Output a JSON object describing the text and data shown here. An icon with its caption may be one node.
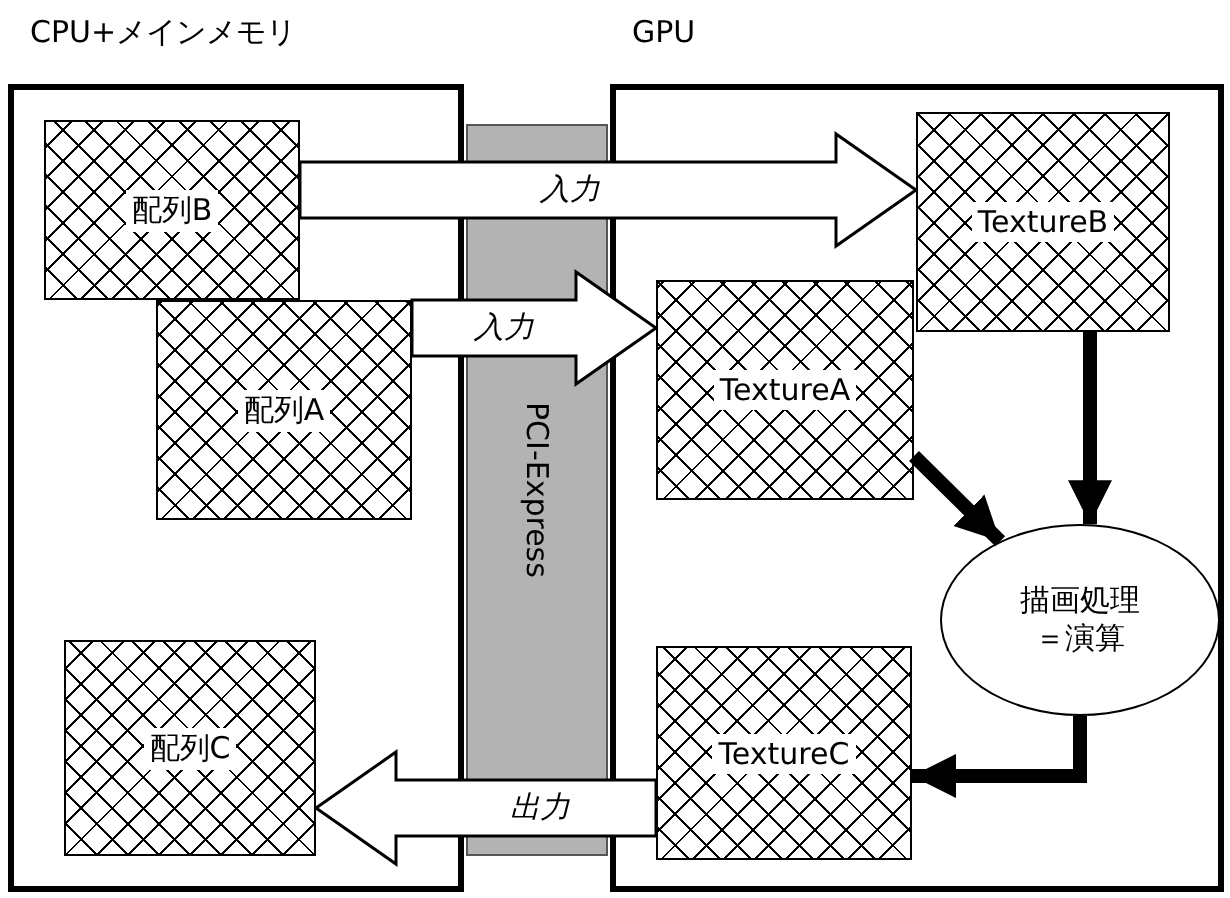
{
  "diagram": {
    "nodes": [
      {
        "text": [
          "CPU+メインメモリ"
        ]
      },
      {
        "text": [
          "GPU"
        ]
      },
      {
        "text": [
          "PCI-Express"
        ]
      },
      {
        "text": [
          "配列B"
        ],
        "in": 0
      },
      {
        "text": [
          "配列A"
        ],
        "in": 0
      },
      {
        "text": [
          "配列C"
        ],
        "in": 0
      },
      {
        "text": [
          "TextureB"
        ],
        "in": 1
      },
      {
        "text": [
          "TextureA"
        ],
        "in": 1
      },
      {
        "text": [
          "描画処理＝演算"
        ],
        "in": 1
      },
      {
        "text": [
          "TextureC"
        ],
        "in": 1
      }
    ],
    "edges": [
      {
        "from": 3,
        "to": 6,
        "arrow": "to",
        "label": "入力",
        "style": "thick"
      },
      {
        "from": 4,
        "to": 7,
        "arrow": "to",
        "label": "入力",
        "style": "thick"
      },
      {
        "from": 9,
        "to": 5,
        "arrow": "to",
        "label": "出力",
        "style": "thick"
      },
      {
        "from": 6,
        "to": 8,
        "arrow": "to"
      },
      {
        "from": 7,
        "to": 8,
        "arrow": "to"
      },
      {
        "from": 8,
        "to": 9,
        "arrow": "to"
      }
    ]
  }
}
